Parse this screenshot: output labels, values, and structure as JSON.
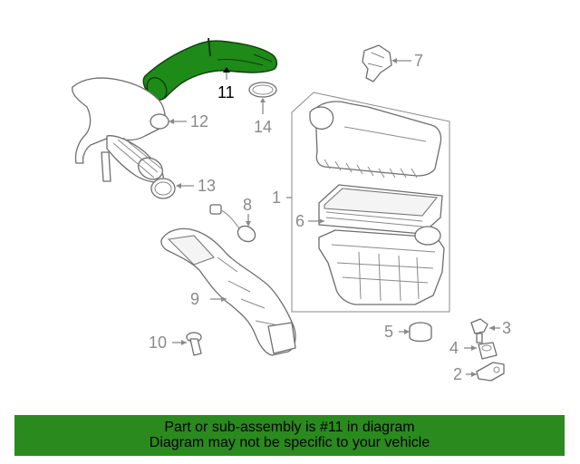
{
  "callouts": {
    "c1": "1",
    "c2": "2",
    "c3": "3",
    "c4": "4",
    "c5": "5",
    "c6": "6",
    "c7": "7",
    "c8": "8",
    "c9": "9",
    "c10": "10",
    "c11": "11",
    "c12": "12",
    "c13": "13",
    "c14": "14"
  },
  "highlighted_part": "11",
  "banner": {
    "line1": "Part or sub-assembly is #11 in diagram",
    "line2": "Diagram may not be specific to your vehicle"
  },
  "colors": {
    "highlight": "#1e8a18",
    "banner_bg": "#2a8a1e",
    "line": "#8a8a8a"
  }
}
